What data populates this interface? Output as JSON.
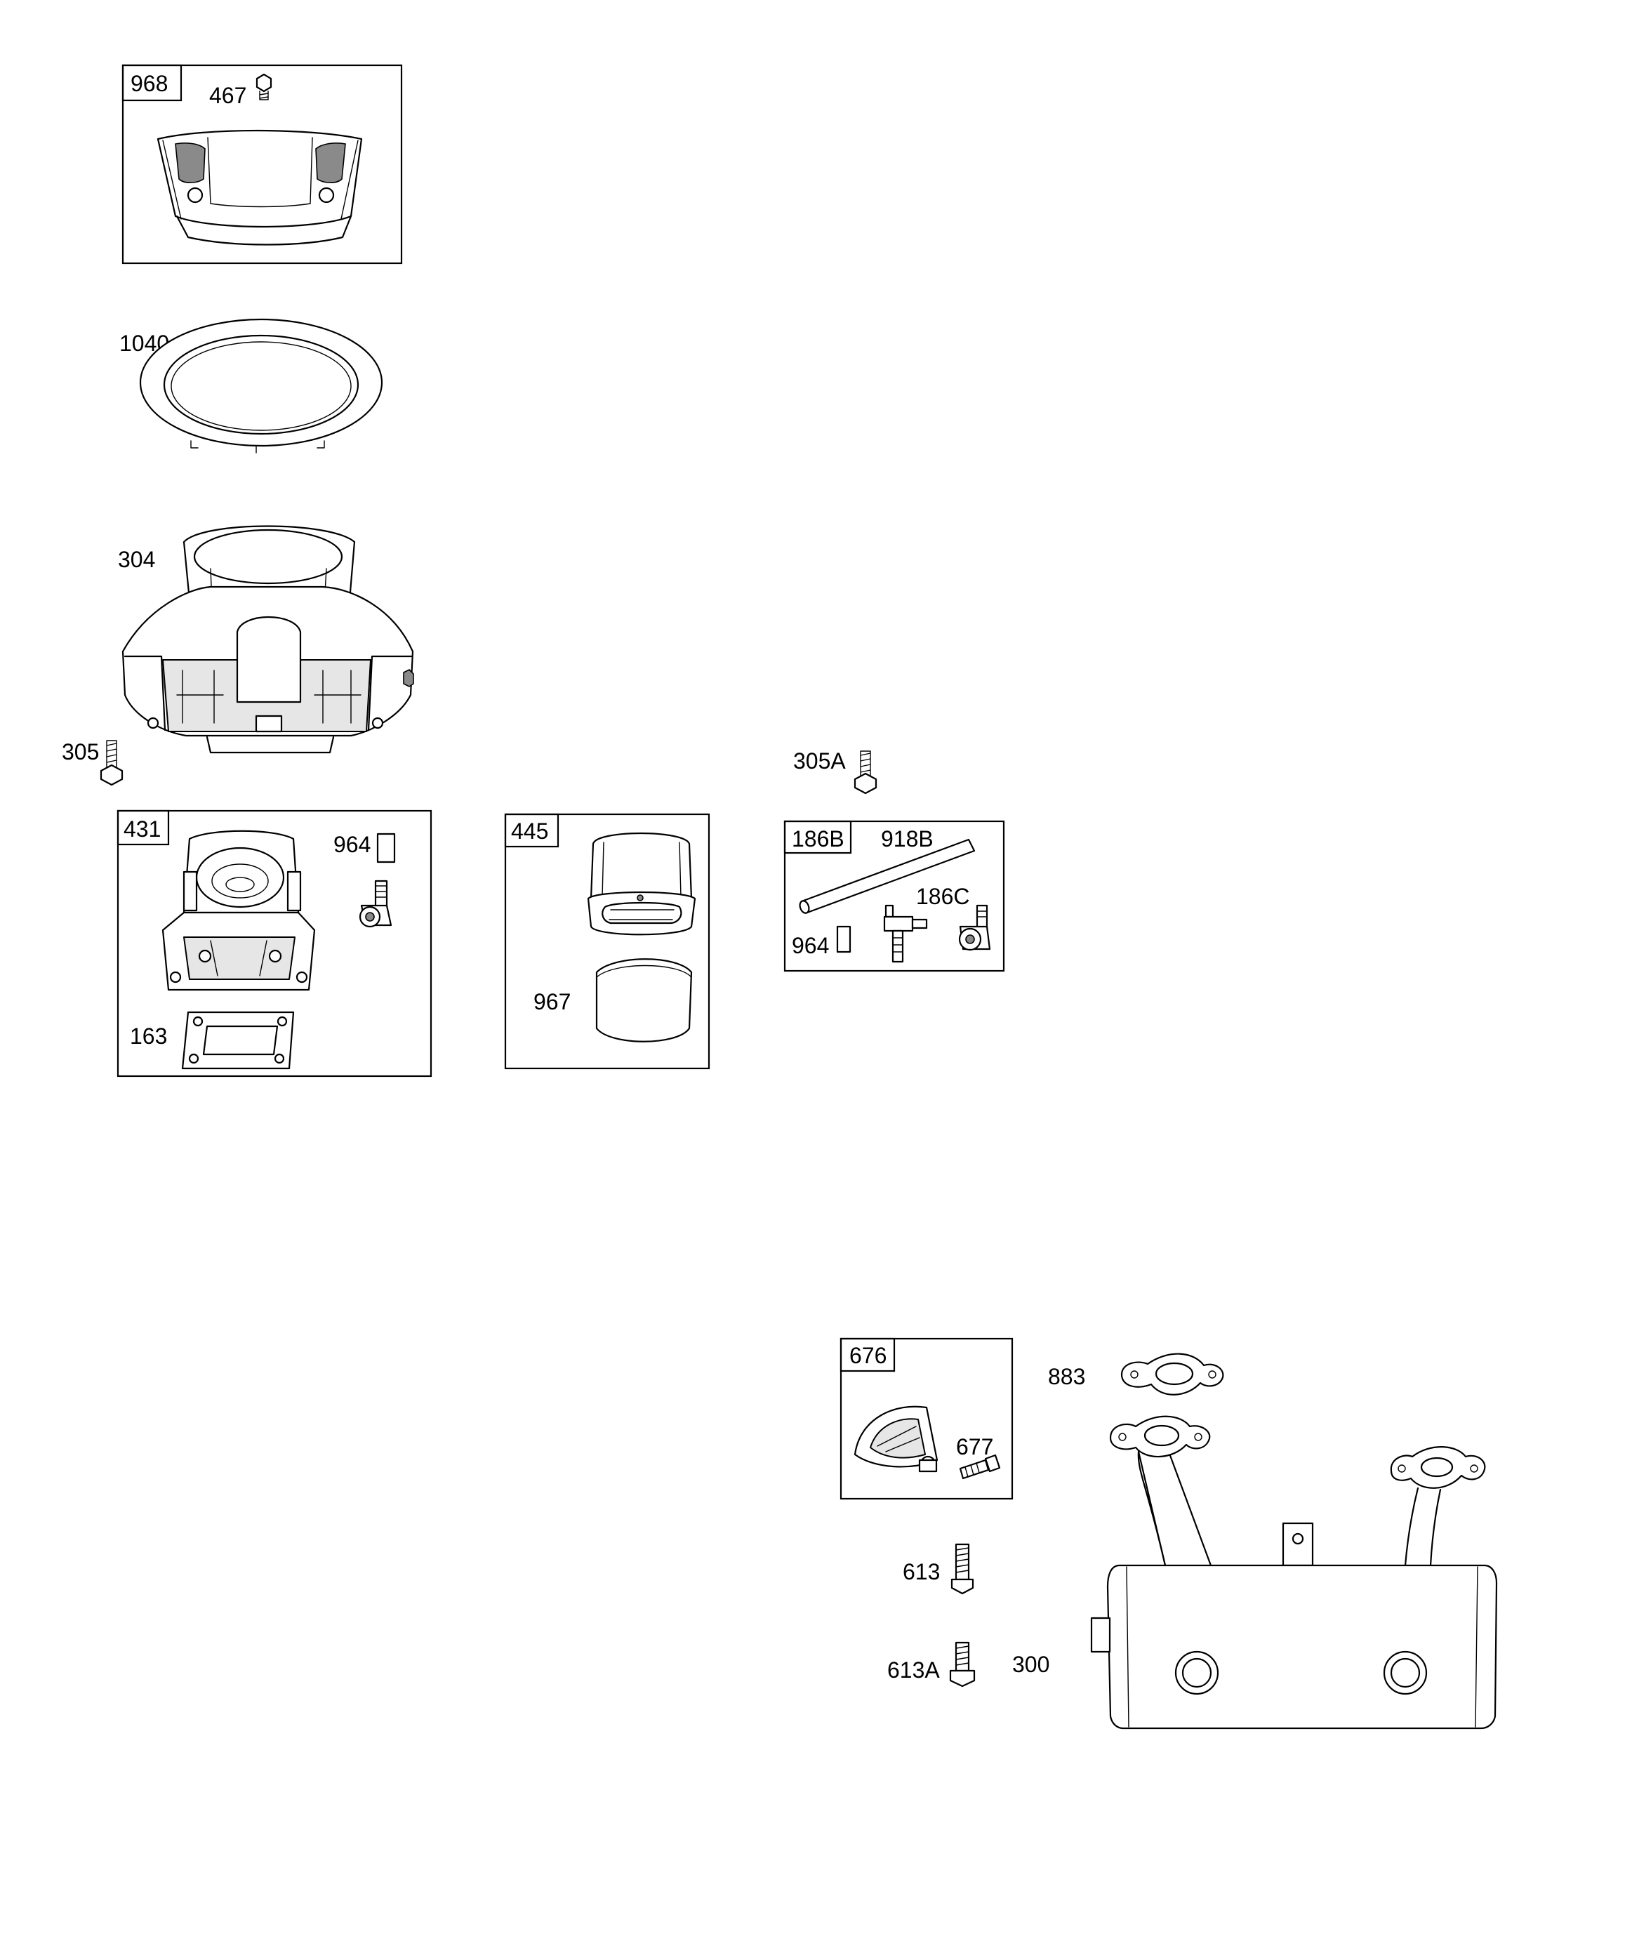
{
  "callouts": {
    "c968": "968",
    "c467": "467",
    "c1040": "1040",
    "c304": "304",
    "c305": "305",
    "c305A": "305A",
    "c431": "431",
    "c964a": "964",
    "c163": "163",
    "c445": "445",
    "c967": "967",
    "c186B": "186B",
    "c918B": "918B",
    "c186C": "186C",
    "c964b": "964",
    "c676": "676",
    "c677": "677",
    "c883": "883",
    "c613": "613",
    "c613A": "613A",
    "c300": "300"
  },
  "colors": {
    "line": "#000000",
    "paper": "#ffffff",
    "fill": "#e6e6e6"
  }
}
